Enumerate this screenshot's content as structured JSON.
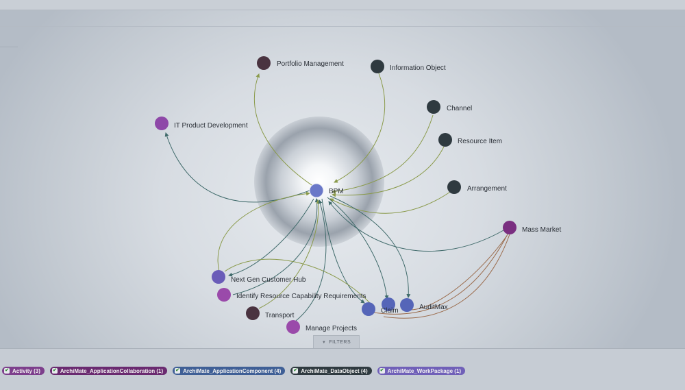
{
  "filters_tab": {
    "label": "FILTERS",
    "icon": "caret-down-icon"
  },
  "graph": {
    "center": {
      "label": "BPM"
    },
    "nodes": [
      {
        "id": "portfolio",
        "label": "Portfolio Management",
        "color": "#4a3340"
      },
      {
        "id": "infoobj",
        "label": "Information Object",
        "color": "#2f3a40"
      },
      {
        "id": "channel",
        "label": "Channel",
        "color": "#2f3a40"
      },
      {
        "id": "resitem",
        "label": "Resource Item",
        "color": "#2f3a40"
      },
      {
        "id": "arrangement",
        "label": "Arrangement",
        "color": "#2f3a40"
      },
      {
        "id": "itprod",
        "label": "IT Product Development",
        "color": "#8e48a8"
      },
      {
        "id": "mass",
        "label": "Mass Market",
        "color": "#7a2e80"
      },
      {
        "id": "nextgen",
        "label": "Next Gen Customer Hub",
        "color": "#6a5cb8"
      },
      {
        "id": "identify",
        "label": "Identify Resource Capability Requirements",
        "color": "#9a4aaa"
      },
      {
        "id": "transport",
        "label": "Transport",
        "color": "#4a3340"
      },
      {
        "id": "manage",
        "label": "Manage Projects",
        "color": "#9a4aaa"
      },
      {
        "id": "claim",
        "label": "Claim",
        "color": "#5565b8"
      },
      {
        "id": "auditmax",
        "label": "AuditMax",
        "color": "#5565b8"
      }
    ]
  },
  "legend": [
    {
      "label": "Activity (3)",
      "color": "#7d3f8c"
    },
    {
      "label": "ArchiMate_ApplicationCollaboration (1)",
      "color": "#6a2a70"
    },
    {
      "label": "ArchiMate_ApplicationComponent (4)",
      "color": "#3f5f96"
    },
    {
      "label": "ArchiMate_DataObject (4)",
      "color": "#2f3a40"
    },
    {
      "label": "ArchiMate_WorkPackage (1)",
      "color": "#7060b8"
    }
  ]
}
